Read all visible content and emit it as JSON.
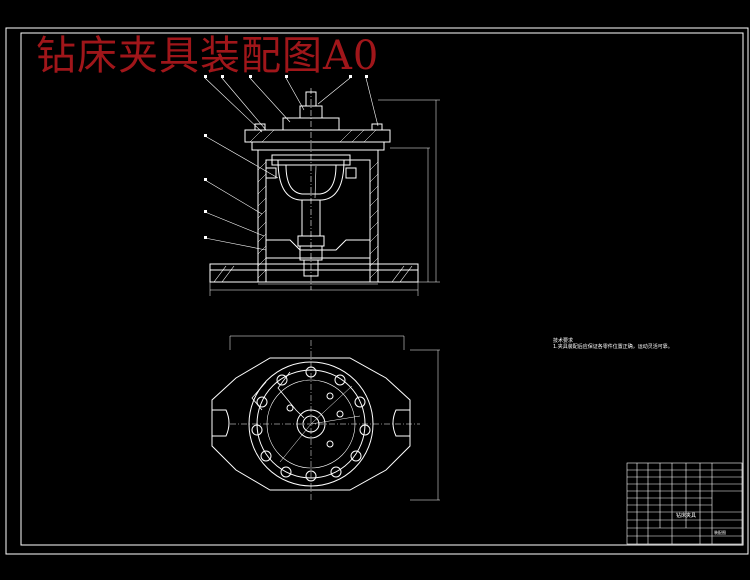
{
  "drawing": {
    "title": "钻床夹具装配图A0",
    "title_color": "#a0161a",
    "line_color": "#ffffff",
    "background": "#000000",
    "technical_requirements": {
      "heading": "技术要求",
      "line1": "1.夹具装配后应保证各零件位置正确，运动灵活可靠。"
    },
    "title_block": {
      "label1": "钻床夹具",
      "label2": "装配图"
    }
  }
}
